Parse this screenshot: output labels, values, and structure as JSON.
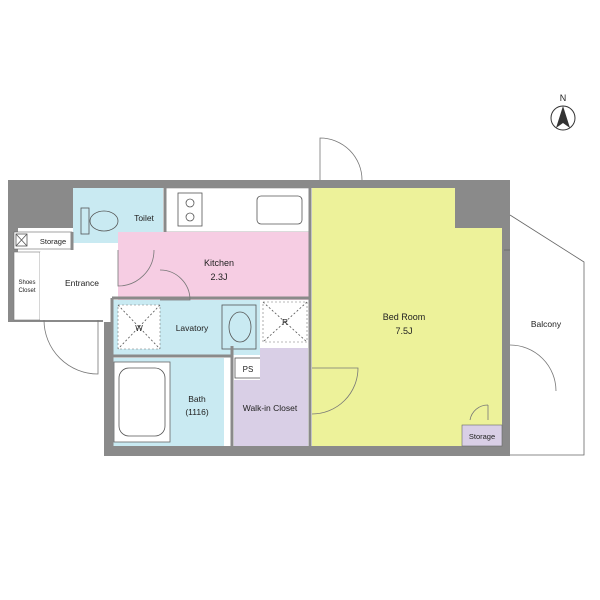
{
  "compass": {
    "label": "N",
    "icon": "north-arrow-icon"
  },
  "rooms": {
    "toilet": "Toilet",
    "kitchen": "Kitchen",
    "kitchen_area": "2.3J",
    "storage_left": "Storage",
    "shoes_closet_line1": "Shoes",
    "shoes_closet_line2": "Closet",
    "entrance": "Entrance",
    "lavatory": "Lavatory",
    "washer": "W",
    "refrigerator": "R",
    "ps": "PS",
    "bath": "Bath",
    "bath_size": "(1116)",
    "walk_in_closet": "Walk-in Closet",
    "bedroom": "Bed Room",
    "bedroom_area": "7.5J",
    "balcony": "Balcony",
    "storage_right": "Storage"
  },
  "colors": {
    "wall": "#8a8a8a",
    "toilet_bath": "#c9eaf2",
    "kitchen": "#f6cde3",
    "walk_in_closet": "#d9cfe6",
    "bedroom": "#edf29a",
    "storage": "#d9cfe6"
  }
}
